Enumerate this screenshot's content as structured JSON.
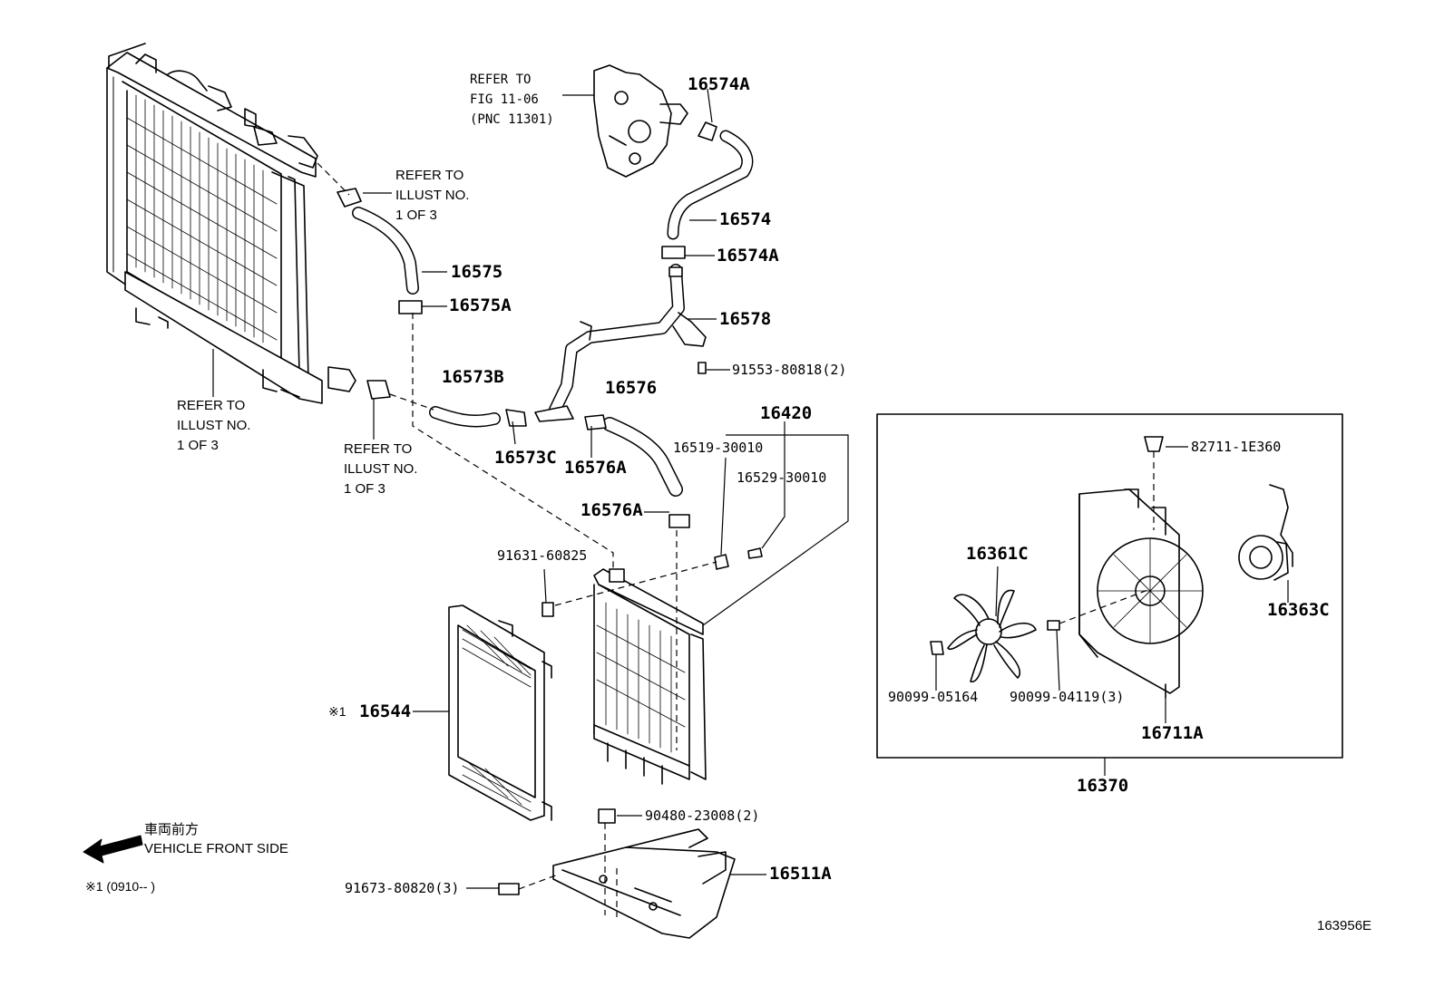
{
  "diagram": {
    "refs": {
      "top": [
        "REFER TO",
        "FIG 11-06",
        "(PNC 11301)"
      ],
      "hose": [
        "REFER TO",
        "ILLUST NO.",
        "1 OF 3"
      ],
      "radiator": [
        "REFER TO",
        "ILLUST NO.",
        "1 OF 3"
      ],
      "bottom": [
        "REFER TO",
        "ILLUST NO.",
        "1 OF 3"
      ]
    },
    "parts": {
      "p16574A_top": "16574A",
      "p16574": "16574",
      "p16574A_mid": "16574A",
      "p16575": "16575",
      "p16575A": "16575A",
      "p16578": "16578",
      "p91553": "91553-80818(2)",
      "p16573B": "16573B",
      "p16573C": "16573C",
      "p16576": "16576",
      "p16576A_a": "16576A",
      "p16576A_b": "16576A",
      "p16420": "16420",
      "p16519": "16519-30010",
      "p16529": "16529-30010",
      "p91631": "91631-60825",
      "p16544": "16544",
      "p16544_mark": "※1",
      "p90480": "90480-23008(2)",
      "p91673": "91673-80820(3)",
      "p16511A": "16511A",
      "p82711": "82711-1E360",
      "p16361C": "16361C",
      "p16363C": "16363C",
      "p90099a": "90099-05164",
      "p90099b": "90099-04119(3)",
      "p16711A": "16711A",
      "p16370": "16370"
    },
    "legend": {
      "jp": "車両前方",
      "en": "VEHICLE FRONT SIDE",
      "note": "※1 (0910--        )"
    },
    "figure_id": "163956E"
  }
}
